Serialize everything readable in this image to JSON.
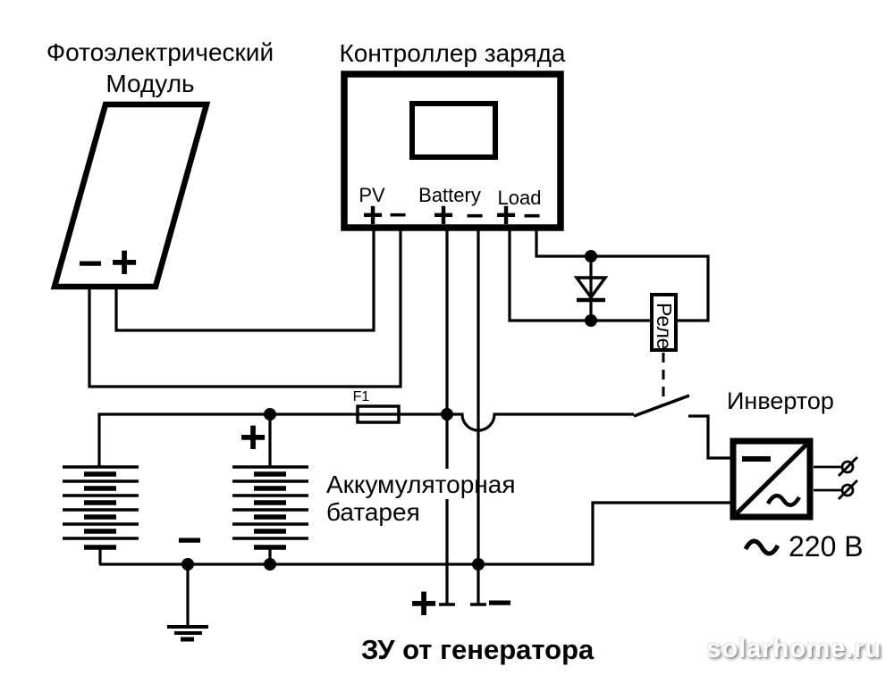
{
  "colors": {
    "ink": "#000000",
    "bg": "#ffffff",
    "watermark": "#fbfbfb"
  },
  "diagram": {
    "pv_module": {
      "title1": "Фотоэлектрический",
      "title2": "Модуль",
      "minus": "−",
      "plus": "+"
    },
    "controller": {
      "title": "Контроллер заряда",
      "pv_label": "PV",
      "battery_label": "Battery",
      "load_label": "Load",
      "plus": "+",
      "minus": "−"
    },
    "fuse": {
      "label": "F1"
    },
    "relay": {
      "label": "Реле"
    },
    "inverter": {
      "label": "Инвертор",
      "output_voltage": "220 В"
    },
    "battery_bank": {
      "label1": "Аккумуляторная",
      "label2": "батарея",
      "plus": "+",
      "minus": "−"
    },
    "charger": {
      "label": "ЗУ от генератора",
      "plus": "+",
      "minus": "−"
    },
    "watermark": "solarhome.ru"
  }
}
